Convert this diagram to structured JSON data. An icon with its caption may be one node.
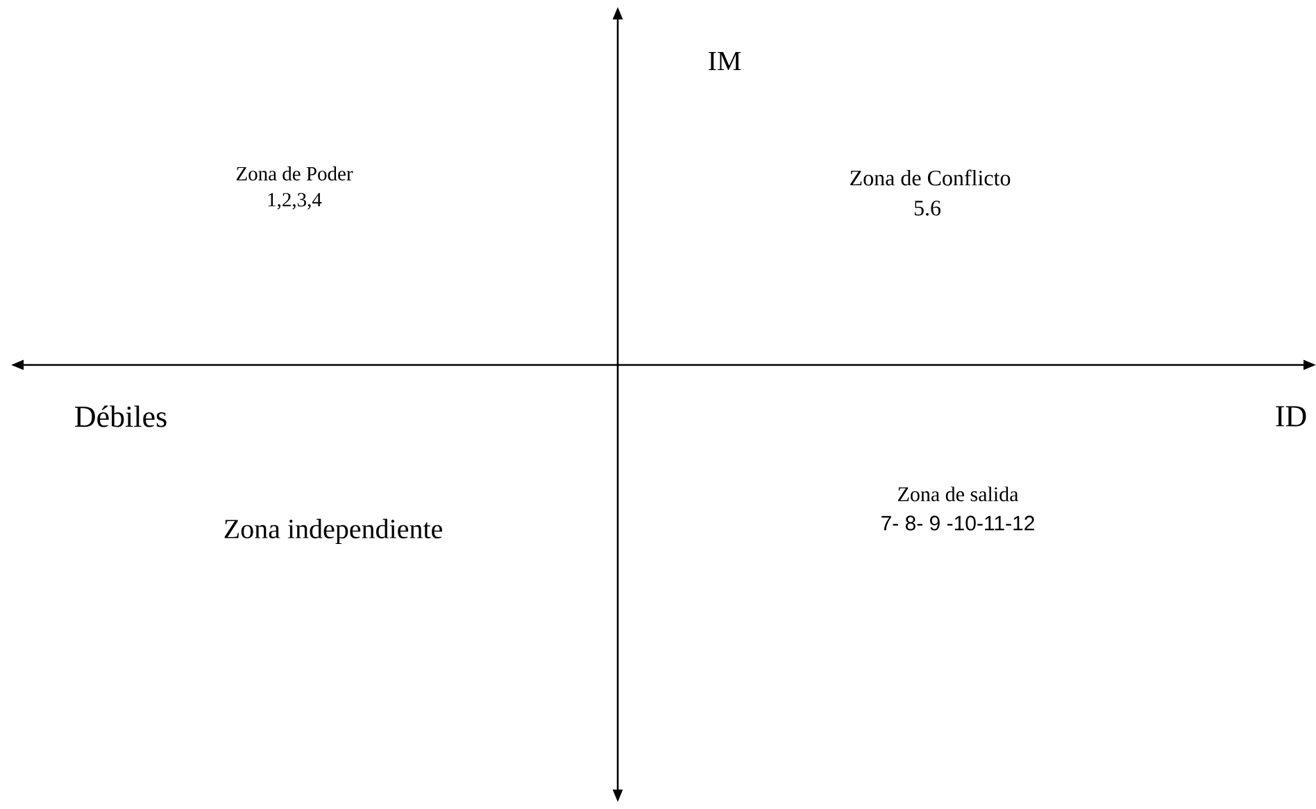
{
  "diagram": {
    "labels": [
      "IM",
      "Zona de Poder",
      "1,2,3,4",
      "Zona de Conflicto",
      "5.6",
      "Débiles",
      "ID",
      "Zona de salida",
      "Zona independiente",
      "7- 8- 9 -10-11-12"
    ]
  }
}
